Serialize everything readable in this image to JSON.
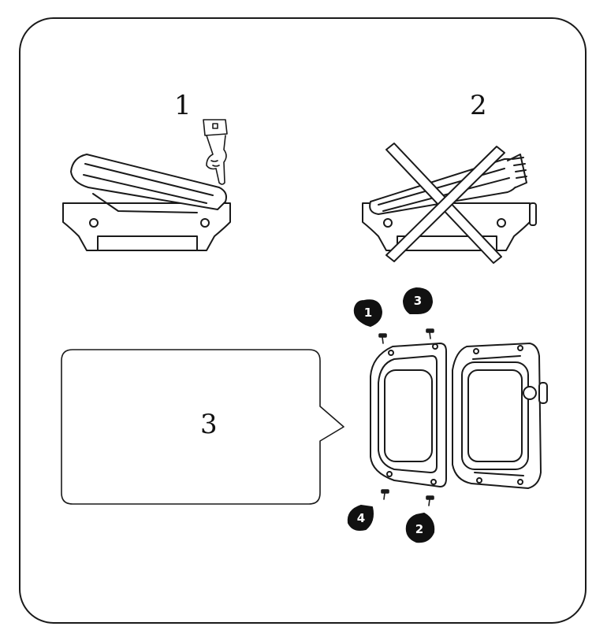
{
  "steps": {
    "step1_label": "1",
    "step2_label": "2",
    "step3_label": "3"
  },
  "callout": {
    "screw_order": [
      "1",
      "3",
      "4",
      "2"
    ]
  },
  "icons": {
    "pointing_hand": "pointing-hand-icon",
    "cross_mark": "cross-icon"
  },
  "colors": {
    "line": "#1a1a1a",
    "background": "#ffffff"
  }
}
